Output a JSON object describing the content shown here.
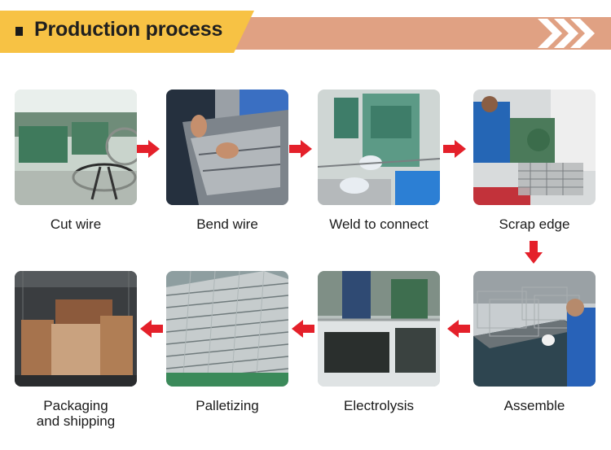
{
  "header": {
    "title": "Production process",
    "colors": {
      "accent_yellow": "#f7c244",
      "banner_salmon": "#e0a183",
      "arrow_red": "#e4202a"
    }
  },
  "steps": [
    {
      "label": "Cut wire"
    },
    {
      "label": "Bend wire"
    },
    {
      "label": "Weld to connect"
    },
    {
      "label": "Scrap edge"
    },
    {
      "label": "Assemble"
    },
    {
      "label": "Electrolysis"
    },
    {
      "label": "Palletizing"
    },
    {
      "label": "Packaging",
      "label2": "and shipping"
    }
  ],
  "icons": {
    "flow_arrow": "red-arrow-icon",
    "banner_chevrons": "double-chevron-icon"
  }
}
